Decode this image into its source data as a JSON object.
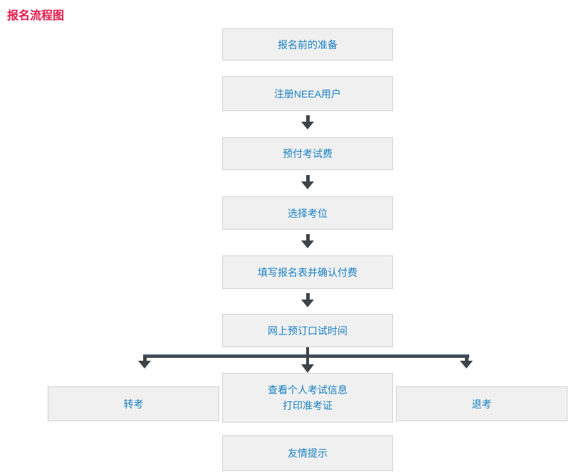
{
  "title": "报名流程图",
  "colors": {
    "title_text": "#e7184b",
    "box_text": "#1981c4",
    "box_background": "#f0f0f0",
    "box_border": "#d2d2d2",
    "arrow": "#3e4448",
    "branch_line": "#434c52"
  },
  "flow": {
    "steps": [
      {
        "label": "报名前的准备"
      },
      {
        "label": "注册NEEA用户"
      },
      {
        "label": "预付考试费"
      },
      {
        "label": "选择考位"
      },
      {
        "label": "填写报名表并确认付费"
      },
      {
        "label": "网上预订口试时间"
      }
    ],
    "branches": [
      {
        "label": "转考"
      },
      {
        "lines": [
          "查看个人考试信息",
          "打印准考证"
        ]
      },
      {
        "label": "退考"
      }
    ],
    "footer_label": "友情提示"
  }
}
